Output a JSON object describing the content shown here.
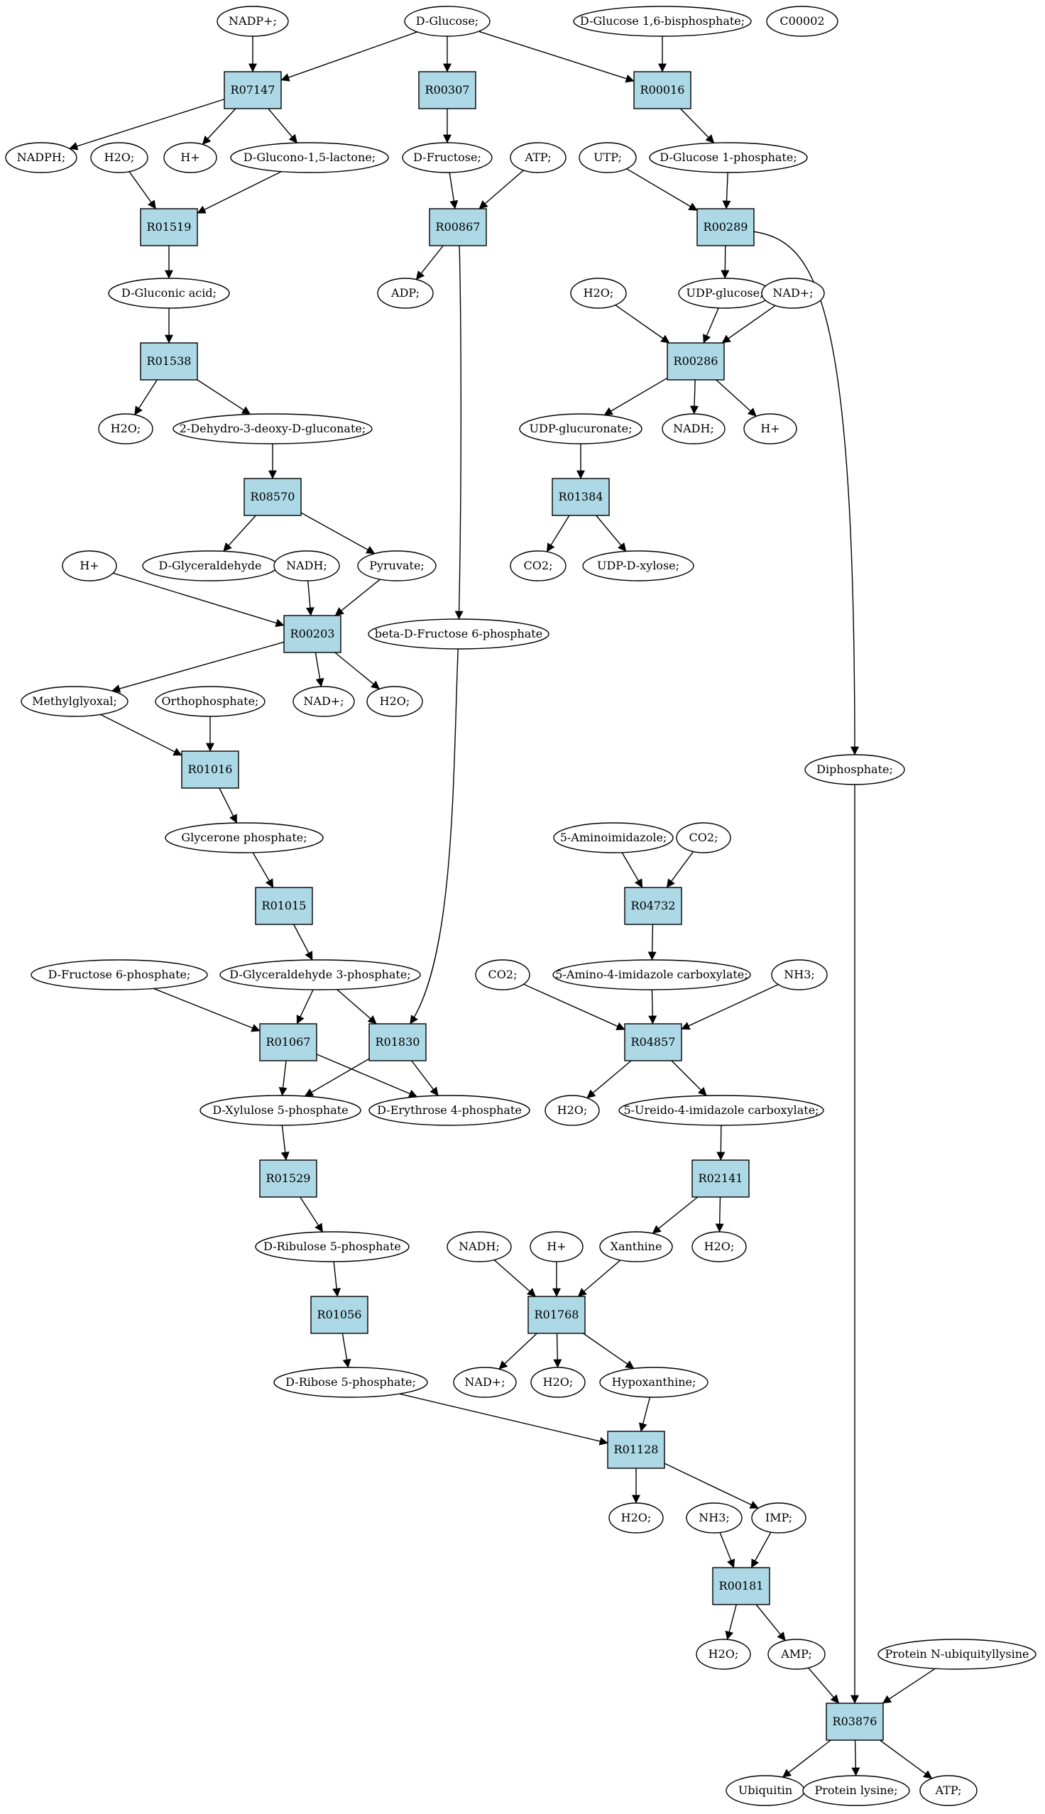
{
  "colors": {
    "reaction_fill": "#add8e6",
    "compound_fill": "#ffffff",
    "start_fill": "#00ee00",
    "highlight_fill": "#ffff00",
    "edge": "#000000"
  },
  "nodes": {
    "nadp": "NADP+;",
    "glucose": "D-Glucose;",
    "g16bp": "D-Glucose 1,6-bisphosphate;",
    "c00002": "C00002",
    "r07147": "R07147",
    "r00307": "R00307",
    "r00016": "R00016",
    "nadph": "NADPH;",
    "h2o_a": "H2O;",
    "h_a": "H+",
    "glucono": "D-Glucono-1,5-lactone;",
    "fructose": "D-Fructose;",
    "atp_a": "ATP;",
    "utp": "UTP;",
    "g1p": "D-Glucose 1-phosphate;",
    "r01519": "R01519",
    "r00867": "R00867",
    "r00289": "R00289",
    "gluconic": "D-Gluconic acid;",
    "adp": "ADP;",
    "h2o_b": "H2O;",
    "udpglc": "UDP-glucose;",
    "nad_a": "NAD+;",
    "r01538": "R01538",
    "r00286": "R00286",
    "h2o_c": "H2O;",
    "dehydro": "2-Dehydro-3-deoxy-D-gluconate;",
    "udpglcua": "UDP-glucuronate;",
    "nadh_a": "NADH;",
    "h_b": "H+",
    "r08570": "R08570",
    "r01384": "R01384",
    "glyceraldehyde": "D-Glyceraldehyde",
    "co2_a": "CO2;",
    "udpxyl": "UDP-D-xylose;",
    "h_c": "H+",
    "nadh_b": "NADH;",
    "pyruvate": "Pyruvate;",
    "r00203": "R00203",
    "f6p_beta": "beta-D-Fructose 6-phosphate",
    "methylglyoxal": "Methylglyoxal;",
    "ortho": "Orthophosphate;",
    "nad_b": "NAD+;",
    "h2o_d": "H2O;",
    "r01016": "R01016",
    "diphosphate": "Diphosphate;",
    "glycerone": "Glycerone phosphate;",
    "aminoimid": "5-Aminoimidazole;",
    "co2_b": "CO2;",
    "r01015": "R01015",
    "r04732": "R04732",
    "f6p": "D-Fructose 6-phosphate;",
    "g3p": "D-Glyceraldehyde 3-phosphate;",
    "co2_c": "CO2;",
    "aic": "5-Amino-4-imidazole carboxylate;",
    "nh3_a": "NH3;",
    "r01067": "R01067",
    "r01830": "R01830",
    "r04857": "R04857",
    "x5p": "D-Xylulose 5-phosphate",
    "e4p": "D-Erythrose 4-phosphate",
    "h2o_e": "H2O;",
    "ureido": "5-Ureido-4-imidazole carboxylate;",
    "r01529": "R01529",
    "r02141": "R02141",
    "ru5p": "D-Ribulose 5-phosphate",
    "nadh_c": "NADH;",
    "h_d": "H+",
    "xanthine": "Xanthine",
    "h2o_f": "H2O;",
    "r01056": "R01056",
    "r01768": "R01768",
    "r5p": "D-Ribose 5-phosphate;",
    "nad_c": "NAD+;",
    "h2o_g": "H2O;",
    "hypox": "Hypoxanthine;",
    "r01128": "R01128",
    "h2o_h": "H2O;",
    "nh3_b": "NH3;",
    "imp": "IMP;",
    "r00181": "R00181",
    "h2o_i": "H2O;",
    "amp": "AMP;",
    "ubqlys": "Protein N-ubiquityllysine",
    "r03876": "R03876",
    "ubiquitin": "Ubiquitin",
    "plys": "Protein lysine;",
    "atp_b": "ATP;"
  }
}
